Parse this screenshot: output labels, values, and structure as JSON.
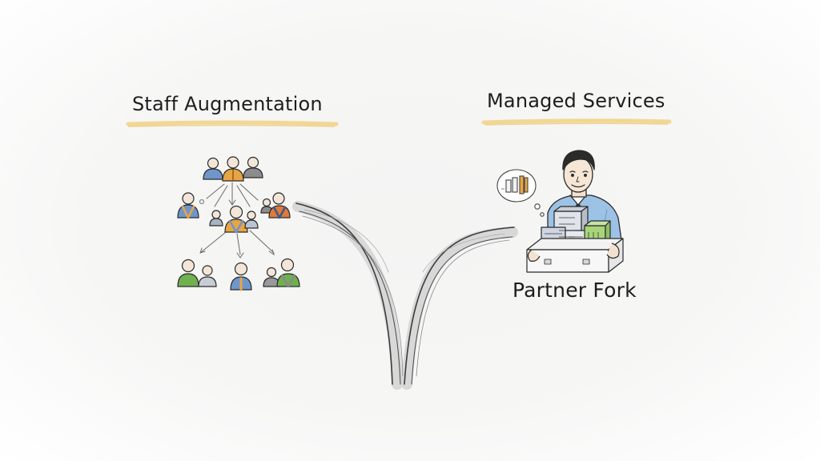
{
  "labels": {
    "staff_augmentation": "Staff Augmentation",
    "managed_services": "Managed Services",
    "partner_fork": "Partner Fork"
  },
  "colors": {
    "highlight_underline": "#f2d48a",
    "ink": "#2a2a2a",
    "person_blue": "#6f96c8",
    "person_orange": "#e8a545",
    "person_green": "#6fb04f",
    "person_gray": "#9a9a9a",
    "shirt_light_blue": "#9cc2e6",
    "building_green": "#a8d47a"
  },
  "icons": [
    "team-network-icon",
    "manager-person-icon",
    "thought-bubble-icon",
    "building-box-icon",
    "forked-road-icon"
  ]
}
